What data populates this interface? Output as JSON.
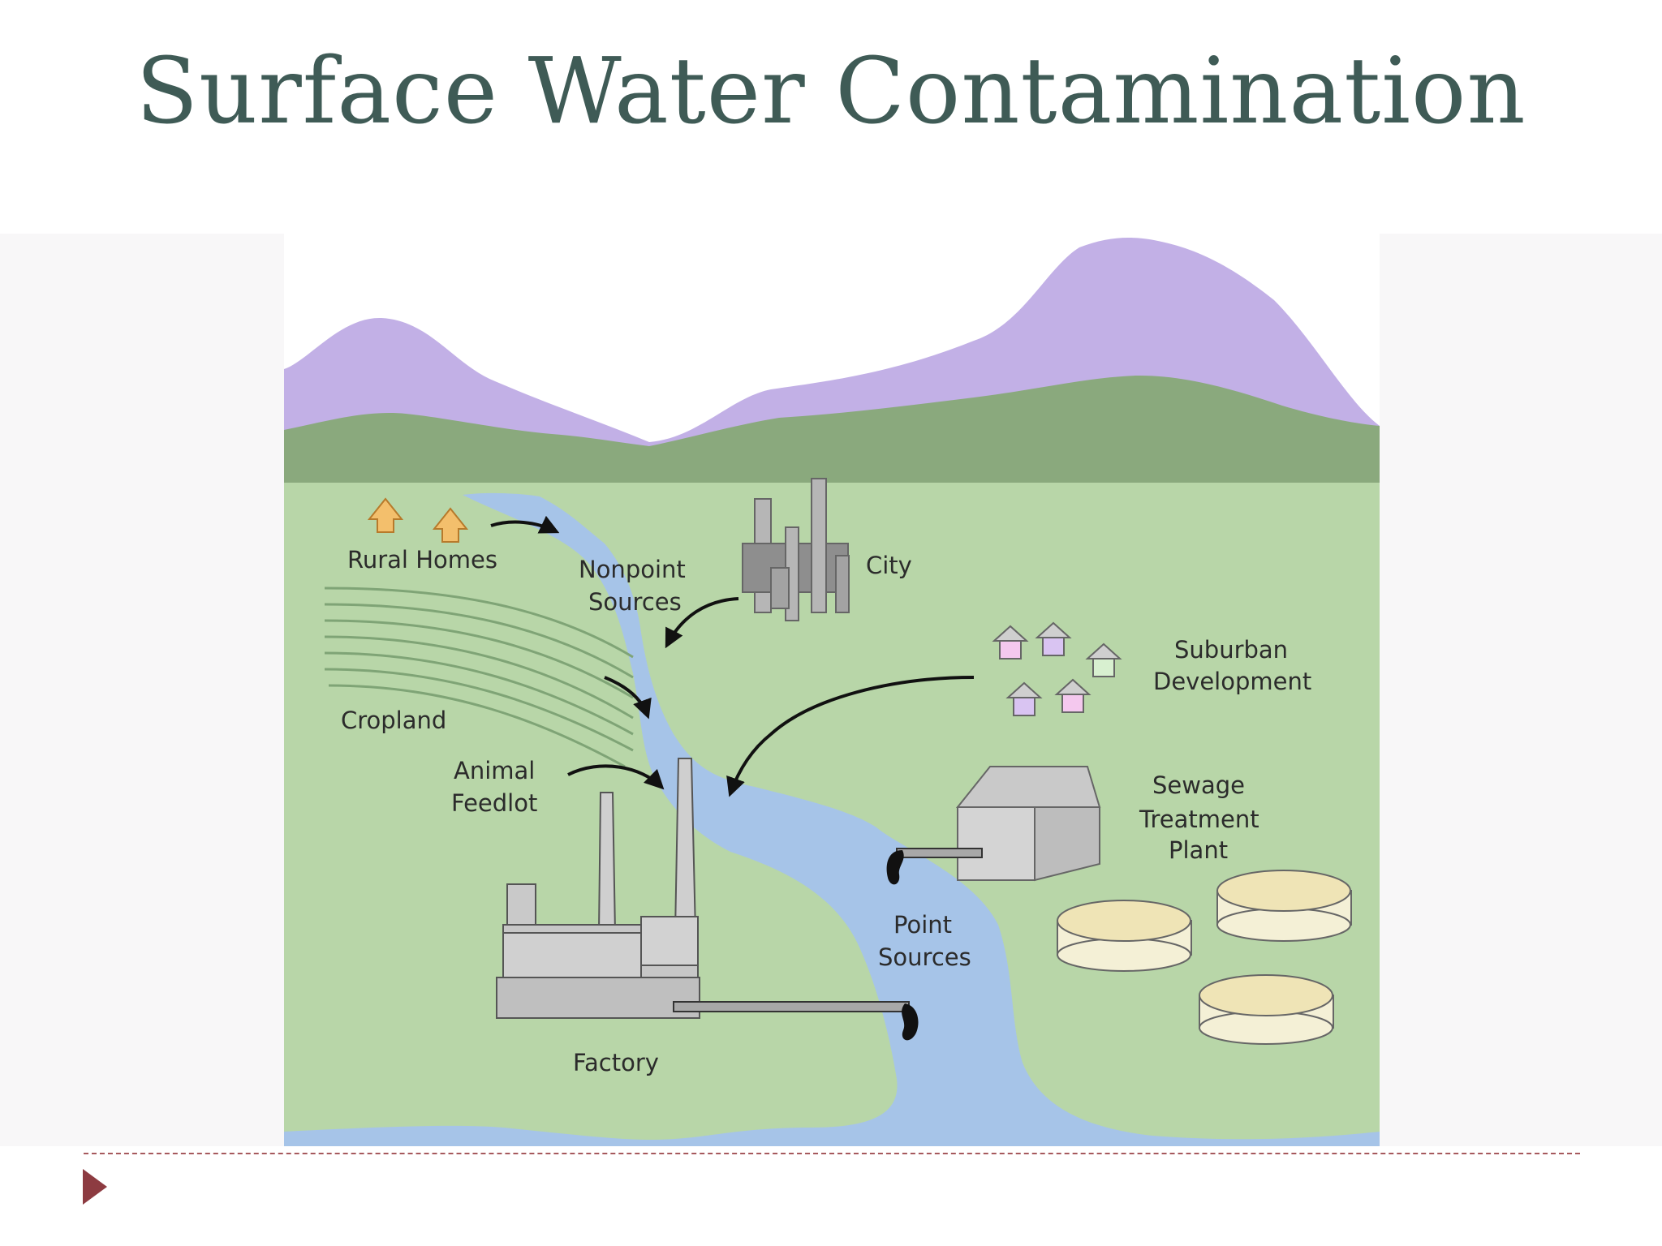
{
  "title": "Surface Water Contamination",
  "labels": {
    "rural_homes": "Rural Homes",
    "nonpoint_1": "Nonpoint",
    "nonpoint_2": "Sources",
    "city": "City",
    "suburban_1": "Suburban",
    "suburban_2": "Development",
    "cropland": "Cropland",
    "feedlot_1": "Animal",
    "feedlot_2": "Feedlot",
    "sewage_1": "Sewage",
    "sewage_2": "Treatment",
    "sewage_3": "Plant",
    "point_1": "Point",
    "point_2": "Sources",
    "factory": "Factory"
  },
  "colors": {
    "title": "#3f5b56",
    "mountain": "#c2b0e6",
    "hills": "#8aa97d",
    "field": "#b8d6a8",
    "river": "#a6c4e8",
    "footer": "#8d3b41"
  }
}
